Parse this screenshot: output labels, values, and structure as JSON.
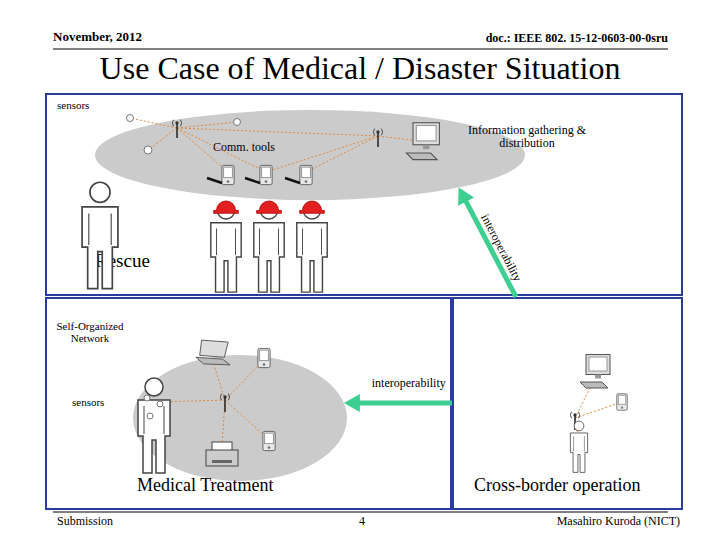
{
  "diagram": {
    "title": "Use Case of Medical / Disaster Situation",
    "nodes": [
      {
        "text": [
          "sensors",
          "Rescue"
        ]
      },
      {
        "text": [
          "Comm. tools",
          "Information gathering & distribution"
        ],
        "in": 0
      },
      {
        "text": [
          "Self-Organized Network"
        ]
      },
      {
        "text": [
          "sensors",
          "Medical Treatment"
        ],
        "in": 2
      },
      {
        "text": [
          "Cross-border operation"
        ]
      }
    ],
    "edges": [
      {
        "from": 4,
        "to": 1,
        "arrow": "to",
        "label": "interoperability"
      },
      {
        "from": 4,
        "to": 3,
        "arrow": "to",
        "label": "interoperability"
      }
    ],
    "labels": [
      "November, 2012",
      "doc.: IEEE 802. 15-12-0603-00-0sru",
      "Submission",
      "4",
      "Masahiro Kuroda (NICT)"
    ]
  }
}
